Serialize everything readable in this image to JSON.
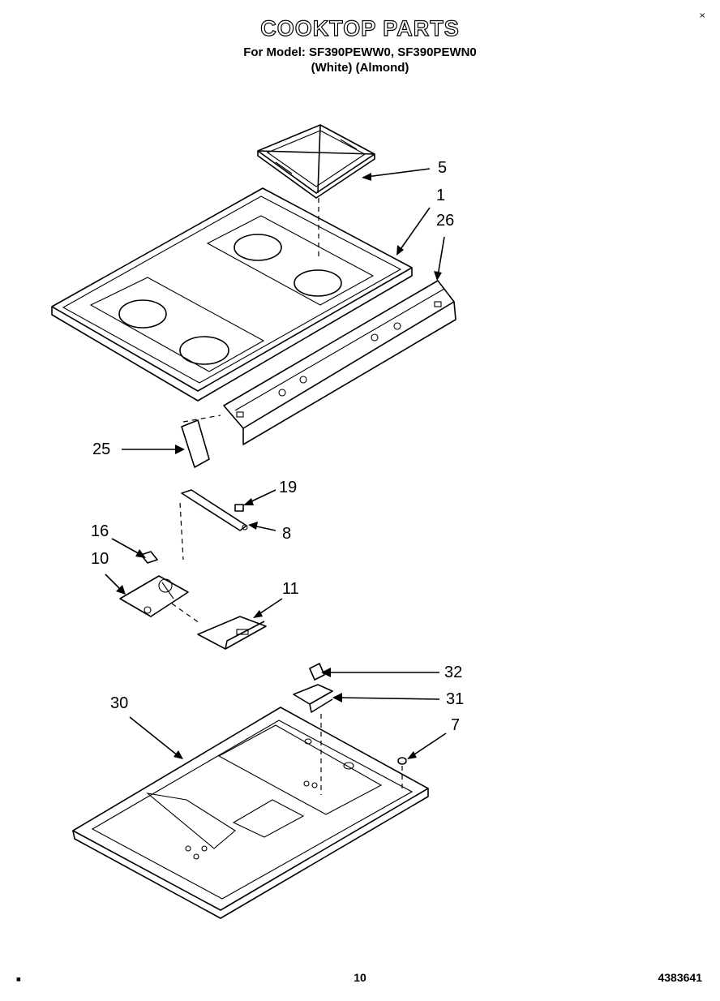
{
  "header": {
    "title": "COOKTOP PARTS",
    "model_line": "For Model: SF390PEWW0, SF390PEWN0",
    "color_line": "(White)    (Almond)"
  },
  "callouts": {
    "c5": "5",
    "c1": "1",
    "c26": "26",
    "c25": "25",
    "c19": "19",
    "c8": "8",
    "c16": "16",
    "c10": "10",
    "c11": "11",
    "c32": "32",
    "c31": "31",
    "c30": "30",
    "c7": "7"
  },
  "footer": {
    "page_number": "10",
    "doc_number": "4383641"
  },
  "marks": {
    "top_right": "×",
    "bottom_left": "■"
  }
}
